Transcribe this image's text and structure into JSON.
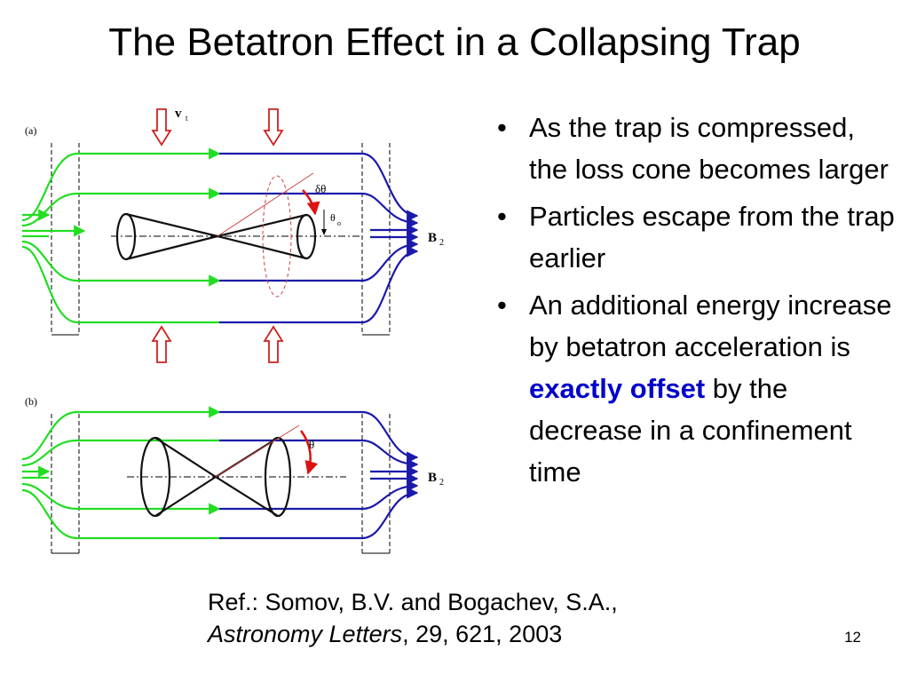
{
  "slide": {
    "title": "The Betatron Effect in a Collapsing Trap",
    "page_number": "12"
  },
  "figure": {
    "panel_a": {
      "label": "(a)",
      "velocity_label": "v",
      "velocity_subscript": "t",
      "delta_theta_label": "δθ",
      "theta_label": "θ",
      "theta_subscript": "o",
      "field_label": "B",
      "field_subscript": "2"
    },
    "panel_b": {
      "label": "(b)",
      "theta_label": "θ",
      "field_label": "B",
      "field_subscript": "2"
    },
    "colors": {
      "field_lines_left": "#22dd22",
      "field_lines_right": "#1a1aaa",
      "compression_arrows": "#cc2222",
      "cone_lines": "#111111",
      "annotation_arc": "#dd1111"
    }
  },
  "bullets": [
    {
      "text": "As the trap is compressed, the loss cone becomes larger"
    },
    {
      "text": "Particles escape from the trap earlier"
    },
    {
      "text_before": "An additional energy increase by betatron acceleration is ",
      "emphasis": "exactly offset",
      "text_after": " by the decrease in a confinement time"
    }
  ],
  "reference": {
    "prefix": "Ref.: Somov, B.V. and Bogachev, S.A.,",
    "journal": "Astronomy Letters",
    "suffix": ", 29, 621, 2003"
  }
}
